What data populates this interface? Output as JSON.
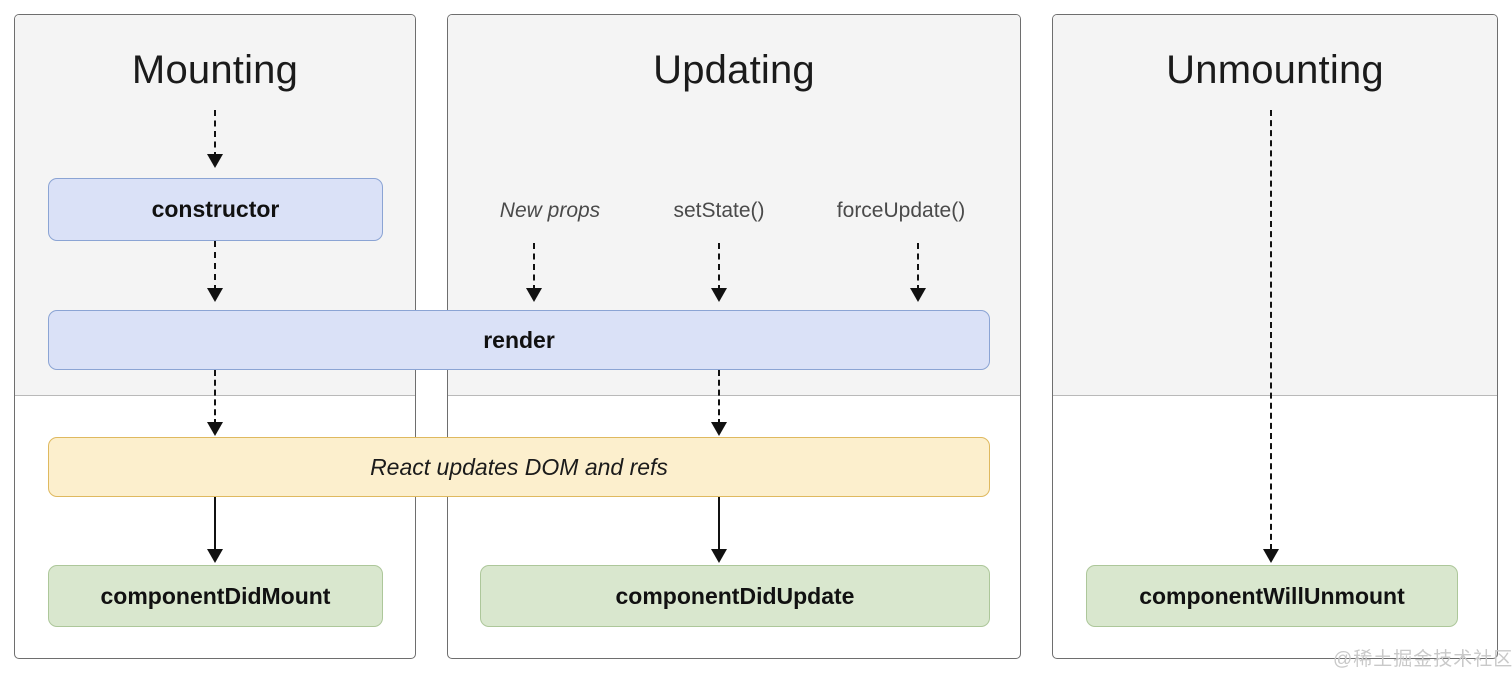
{
  "diagram": {
    "title_hidden": "React component lifecycle",
    "watermark": "@稀土掘金技术社区",
    "colors": {
      "frame_border": "#6e6e6e",
      "band_background": "#f4f4f4",
      "blue_fill": "#dae1f7",
      "blue_border": "#8ba4d4",
      "green_fill": "#d9e7ce",
      "green_border": "#adc79a",
      "orange_fill": "#fcefcd",
      "orange_border": "#dfb95f",
      "connector": "#111111",
      "watermark": "#c9c9c9"
    }
  },
  "phases": [
    {
      "id": "mounting",
      "title": "Mounting"
    },
    {
      "id": "updating",
      "title": "Updating"
    },
    {
      "id": "unmounting",
      "title": "Unmounting"
    }
  ],
  "triggers": [
    {
      "id": "new-props",
      "label": "New props",
      "style": "italic"
    },
    {
      "id": "set-state",
      "label": "setState()",
      "style": "normal"
    },
    {
      "id": "force-update",
      "label": "forceUpdate()",
      "style": "normal"
    }
  ],
  "boxes": {
    "constructor": {
      "label": "constructor",
      "color": "blue"
    },
    "render": {
      "label": "render",
      "color": "blue"
    },
    "react_updates": {
      "label": "React updates DOM and refs",
      "color": "orange"
    },
    "component_did_mount": {
      "label": "componentDidMount",
      "color": "green"
    },
    "component_did_update": {
      "label": "componentDidUpdate",
      "color": "green"
    },
    "component_will_unmount": {
      "label": "componentWillUnmount",
      "color": "green"
    }
  }
}
